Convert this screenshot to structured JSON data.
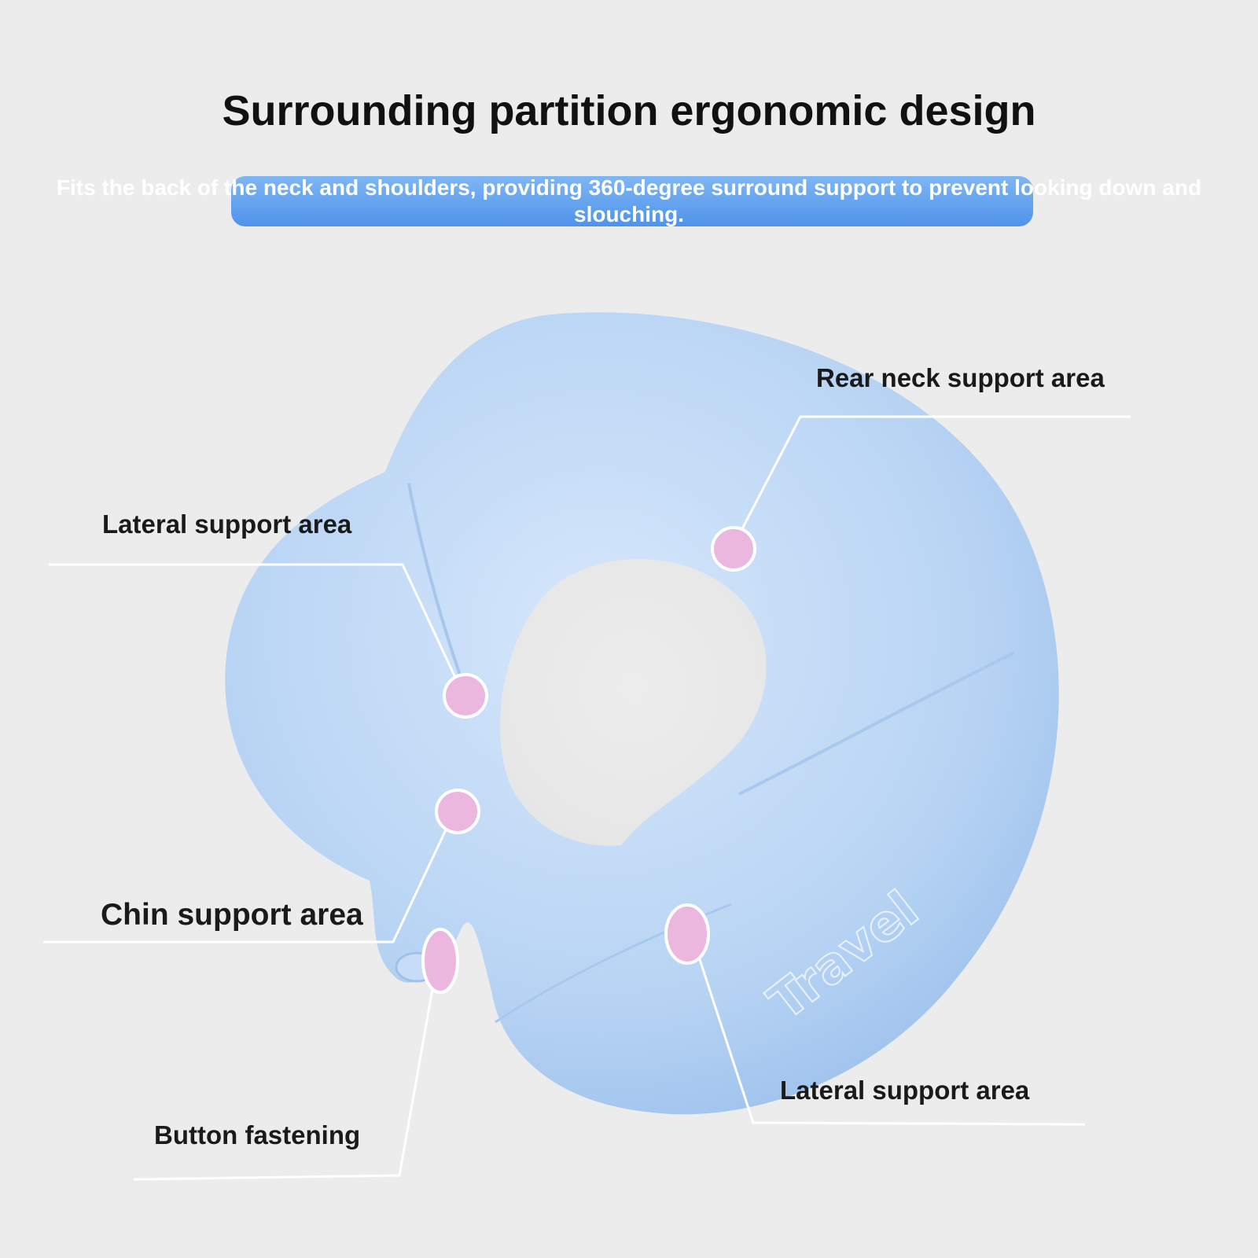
{
  "header": {
    "title": "Surrounding partition ergonomic design",
    "subtitle": "Fits the back of the neck and shoulders, providing 360-degree surround support to prevent looking down and slouching."
  },
  "callouts": {
    "rear_neck": "Rear neck support area",
    "lateral_left": "Lateral support area",
    "chin": "Chin support area",
    "button": "Button fastening",
    "lateral_right": "Lateral support area"
  },
  "product": {
    "color": "#b9d5f5",
    "marker_color": "#eab6de",
    "embroidery": "Travel"
  },
  "colors": {
    "background": "#ececec",
    "accent_band": "#5d9eee"
  }
}
